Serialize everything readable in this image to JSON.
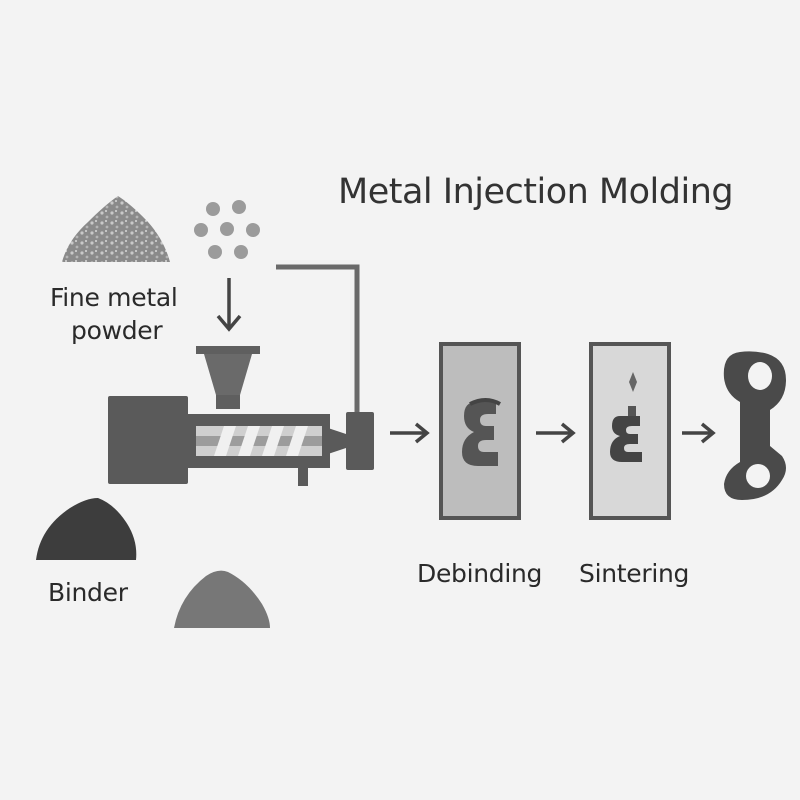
{
  "title": "Metal Injection Molding",
  "labels": {
    "powder": [
      "Fine metal",
      "powder"
    ],
    "binder": "Binder",
    "debinding": "Debinding",
    "sintering": "Sintering"
  },
  "colors": {
    "background": "#f3f3f3",
    "dark": "#555555",
    "medium": "#6e6e6e",
    "light": "#bdbdbd",
    "text": "#2a2a2a"
  },
  "icons": [
    "powder-pile-icon",
    "pellets-icon",
    "arrow-down-icon",
    "injection-machine-icon",
    "binder-pile-icon",
    "feedstock-pile-icon",
    "debinding-part-icon",
    "sintering-part-icon",
    "finished-part-icon",
    "arrow-right-icon"
  ]
}
